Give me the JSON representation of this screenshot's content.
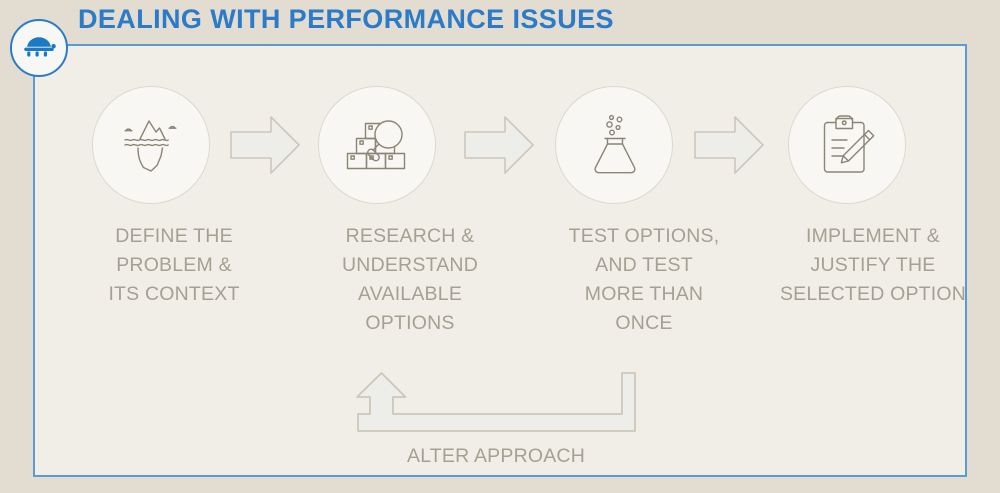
{
  "slide": {
    "title": "DEALING WITH PERFORMANCE ISSUES",
    "background_color": "#e3dcd0",
    "panel_color": "#f1eee7",
    "accent_color": "#2b7bc9",
    "panel_border_color": "#5b9bd5",
    "label_color": "#a6a093",
    "icon_stroke_color": "#8c8475",
    "arrow_fill_color": "#ededea",
    "arrow_stroke_color": "#c9c3b7"
  },
  "logo": {
    "icon": "turtle-icon",
    "color": "#2b7bc9"
  },
  "steps": [
    {
      "index": 1,
      "icon": "iceberg-icon",
      "label_lines": [
        "DEFINE THE",
        "PROBLEM &",
        "ITS CONTEXT"
      ],
      "label": "DEFINE THE PROBLEM & ITS CONTEXT"
    },
    {
      "index": 2,
      "icon": "boxes-magnifier-icon",
      "label_lines": [
        "RESEARCH &",
        "UNDERSTAND",
        "AVAILABLE",
        "OPTIONS"
      ],
      "label": "RESEARCH & UNDERSTAND AVAILABLE OPTIONS"
    },
    {
      "index": 3,
      "icon": "flask-icon",
      "label_lines": [
        "TEST OPTIONS,",
        "AND TEST",
        "MORE THAN",
        "ONCE"
      ],
      "label": "TEST OPTIONS, AND TEST MORE THAN ONCE"
    },
    {
      "index": 4,
      "icon": "clipboard-pencil-icon",
      "label_lines": [
        "IMPLEMENT &",
        "JUSTIFY THE",
        "SELECTED OPTION"
      ],
      "label": "IMPLEMENT & JUSTIFY THE SELECTED OPTION"
    }
  ],
  "connectors": [
    {
      "icon": "arrow-right-icon",
      "between": "step-1-step-2"
    },
    {
      "icon": "arrow-right-icon",
      "between": "step-2-step-3"
    },
    {
      "icon": "arrow-right-icon",
      "between": "step-3-step-4"
    }
  ],
  "feedback_loop": {
    "icon": "loop-back-arrow-icon",
    "label": "ALTER APPROACH"
  }
}
